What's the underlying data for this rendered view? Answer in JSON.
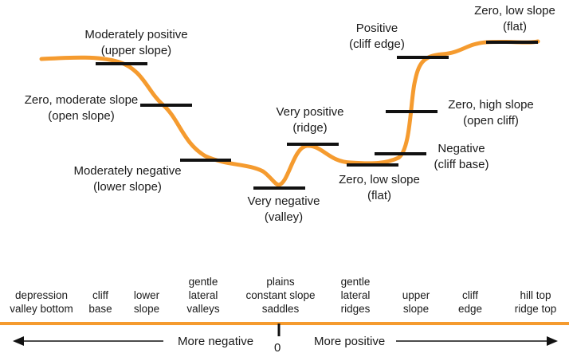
{
  "colors": {
    "profile": "#F59B2F",
    "bar": "#111111",
    "text": "#1a1a1a",
    "axis": "#F59B2F"
  },
  "labels": {
    "mod_pos": [
      "Moderately positive",
      "(upper slope)"
    ],
    "zero_mod": [
      "Zero, moderate slope",
      "(open slope)"
    ],
    "mod_neg": [
      "Moderately negative",
      "(lower slope)"
    ],
    "very_neg": [
      "Very negative",
      "(valley)"
    ],
    "very_pos": [
      "Very positive",
      "(ridge)"
    ],
    "zero_low_mid": [
      "Zero, low slope",
      "(flat)"
    ],
    "positive_cliff": [
      "Positive",
      "(cliff edge)"
    ],
    "zero_low_top": [
      "Zero, low slope",
      "(flat)"
    ],
    "zero_high": [
      "Zero, high slope",
      "(open cliff)"
    ],
    "negative_cliff": [
      "Negative",
      "(cliff base)"
    ]
  },
  "categories": [
    [
      "depression",
      "valley bottom"
    ],
    [
      "cliff",
      "base"
    ],
    [
      "lower",
      "slope"
    ],
    [
      "gentle",
      "lateral",
      "valleys"
    ],
    [
      "plains",
      "constant slope",
      "saddles"
    ],
    [
      "gentle",
      "lateral",
      "ridges"
    ],
    [
      "upper",
      "slope"
    ],
    [
      "cliff",
      "edge"
    ],
    [
      "hill top",
      "ridge top"
    ]
  ],
  "axis": {
    "negative_label": "More negative",
    "positive_label": "More positive",
    "zero_label": "0"
  }
}
